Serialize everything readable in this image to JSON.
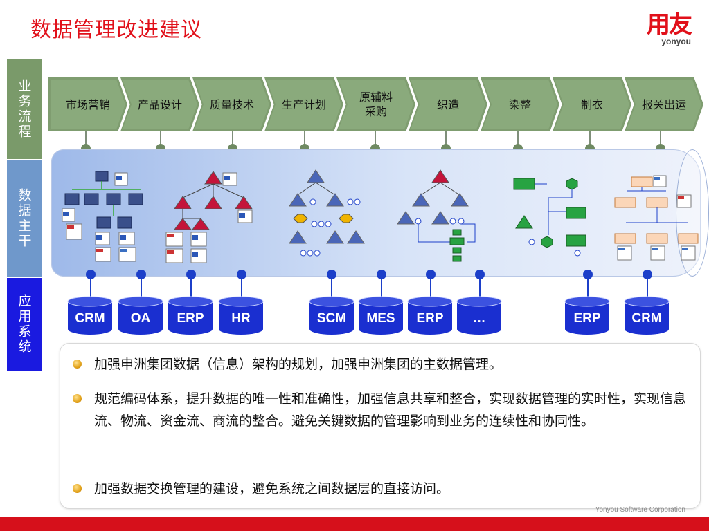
{
  "title": "数据管理改进建议",
  "logo": {
    "cn": "用友",
    "en": "yonyou"
  },
  "side_labels": [
    "业务流程",
    "数据主干",
    "应用系统"
  ],
  "process_steps": [
    "市场营销",
    "产品设计",
    "质量技术",
    "生产计划",
    "原辅料\n采购",
    "织造",
    "染整",
    "制衣",
    "报关出运"
  ],
  "systems": [
    "CRM",
    "OA",
    "ERP",
    "HR",
    "SCM",
    "MES",
    "ERP",
    "…",
    "ERP",
    "CRM"
  ],
  "bullets": [
    "加强申洲集团数据（信息）架构的规划，加强申洲集团的主数据管理。",
    "规范编码体系，提升数据的唯一性和准确性，加强信息共享和整合，实现数据管理的实时性，实现信息流、物流、资金流、商流的整合。避免关键数据的管理影响到业务的连续性和协同性。",
    "加强数据交换管理的建设，避免系统之间数据层的直接访问。"
  ],
  "footer": "Yonyou Software Corporation",
  "colors": {
    "title": "#e1101a",
    "chevron": "#8aaa7c",
    "pipe": "#9eb9e9",
    "cylinder": "#1a2fd0",
    "footer_bar": "#d6101b"
  }
}
